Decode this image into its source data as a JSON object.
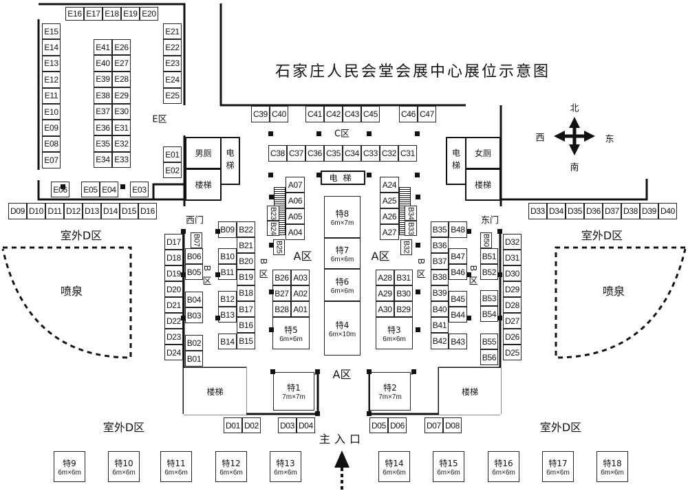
{
  "title": "石家庄人民会堂会展中心展位示意图",
  "compass": {
    "north": "北",
    "south": "南",
    "west": "西",
    "east": "东"
  },
  "labels": {
    "e_zone": "E区",
    "c_zone": "C区",
    "a_zone": "A区",
    "b": "B",
    "qu": "区",
    "west_gate": "西门",
    "east_gate": "东门",
    "outdoor_d": "室外D区",
    "fountain": "喷泉",
    "main_entrance": "主入口",
    "mens_toilet": "男厕",
    "womens_toilet": "女厕",
    "elevator": "电梯",
    "stairs": "楼梯"
  },
  "booths": {
    "e_top": [
      "E16",
      "E17",
      "E18",
      "E19",
      "E20"
    ],
    "e_left": [
      "E15",
      "E14",
      "E13",
      "E12",
      "E11",
      "E10",
      "E09",
      "E08",
      "E07"
    ],
    "e_mid_l": [
      "E41",
      "E40",
      "E39",
      "E38",
      "E37",
      "E36",
      "E35",
      "E34"
    ],
    "e_mid_r": [
      "E26",
      "E27",
      "E28",
      "E29",
      "E30",
      "E31",
      "E32",
      "E33"
    ],
    "e_right": [
      "E21",
      "E22",
      "E23",
      "E24",
      "E25"
    ],
    "e_side": [
      "E01",
      "E02"
    ],
    "e06": [
      "E06"
    ],
    "e05": [
      "E05",
      "E04"
    ],
    "e03": [
      "E03"
    ],
    "d_nw": [
      "D09",
      "D10",
      "D11",
      "D12",
      "D13",
      "D14",
      "D15",
      "D16"
    ],
    "d_ne": [
      "D33",
      "D34",
      "D35",
      "D36",
      "D37",
      "D38",
      "D39",
      "D40"
    ],
    "c_top1": [
      "C39",
      "C40"
    ],
    "c_top2": [
      "C41",
      "C42",
      "C43",
      "C45"
    ],
    "c_top3": [
      "C46",
      "C47"
    ],
    "c_row": [
      "C38",
      "C37",
      "C36",
      "C35",
      "C34",
      "C33",
      "C32",
      "C31"
    ],
    "a_l": [
      "A07",
      "A06",
      "A05",
      "A04"
    ],
    "a_r": [
      "A24",
      "A25",
      "A26",
      "A27"
    ],
    "b23": [
      "B23",
      "B24"
    ],
    "b25": [
      "B25"
    ],
    "b34": [
      "B34",
      "B33"
    ],
    "b32": [
      "B32"
    ],
    "d_w": [
      "D17",
      "D18",
      "D19",
      "D20",
      "D21",
      "D22",
      "D23",
      "D24"
    ],
    "b07": [
      "B07"
    ],
    "b06": [
      "B06",
      "B05"
    ],
    "b04": [
      "B04",
      "B03"
    ],
    "b02": [
      "B02",
      "B01"
    ],
    "b09": [
      "B09"
    ],
    "b10": [
      "B10",
      "B11"
    ],
    "b12": [
      "B12",
      "B13"
    ],
    "b14": [
      "B14"
    ],
    "b22": [
      "B22",
      "B21",
      "B20",
      "B19",
      "B18",
      "B17",
      "B16",
      "B15"
    ],
    "b26": [
      "B26",
      "B27",
      "B28"
    ],
    "a03": [
      "A03",
      "A02",
      "A01"
    ],
    "a28": [
      "A28",
      "A29",
      "A30"
    ],
    "b31": [
      "B31",
      "B30",
      "B29"
    ],
    "b35": [
      "B35",
      "B36",
      "B37",
      "B38",
      "B39",
      "B40",
      "B41",
      "B42"
    ],
    "b48": [
      "B48"
    ],
    "b47": [
      "B47",
      "B46"
    ],
    "b45": [
      "B45",
      "B44"
    ],
    "b43": [
      "B43"
    ],
    "b50": [
      "B50"
    ],
    "b51": [
      "B51",
      "B52"
    ],
    "b53": [
      "B53",
      "B54"
    ],
    "b55": [
      "B55",
      "B56"
    ],
    "d_e": [
      "D32",
      "D31",
      "D30",
      "D29",
      "D28",
      "D27",
      "D26",
      "D25"
    ],
    "d01": [
      "D01",
      "D02"
    ],
    "d03": [
      "D03",
      "D04"
    ],
    "d05": [
      "D05",
      "D06"
    ],
    "d07": [
      "D07",
      "D08"
    ]
  },
  "special_booths": [
    {
      "name": "特1",
      "size": "7m×7m"
    },
    {
      "name": "特2",
      "size": "7m×7m"
    },
    {
      "name": "特3",
      "size": "6m×6m"
    },
    {
      "name": "特4",
      "size": "6m×10m"
    },
    {
      "name": "特5",
      "size": "6m×6m"
    },
    {
      "name": "特6",
      "size": "6m×6m"
    },
    {
      "name": "特7",
      "size": "6m×6m"
    },
    {
      "name": "特8",
      "size": "6m×7m"
    },
    {
      "name": "特9",
      "size": "6m×6m"
    },
    {
      "name": "特10",
      "size": "6m×6m"
    },
    {
      "name": "特11",
      "size": "6m×6m"
    },
    {
      "name": "特12",
      "size": "6m×6m"
    },
    {
      "name": "特13",
      "size": "6m×6m"
    },
    {
      "name": "特14",
      "size": "6m×6m"
    },
    {
      "name": "特15",
      "size": "6m×6m"
    },
    {
      "name": "特16",
      "size": "6m×6m"
    },
    {
      "name": "特17",
      "size": "6m×6m"
    },
    {
      "name": "特18",
      "size": "6m×6m"
    }
  ]
}
